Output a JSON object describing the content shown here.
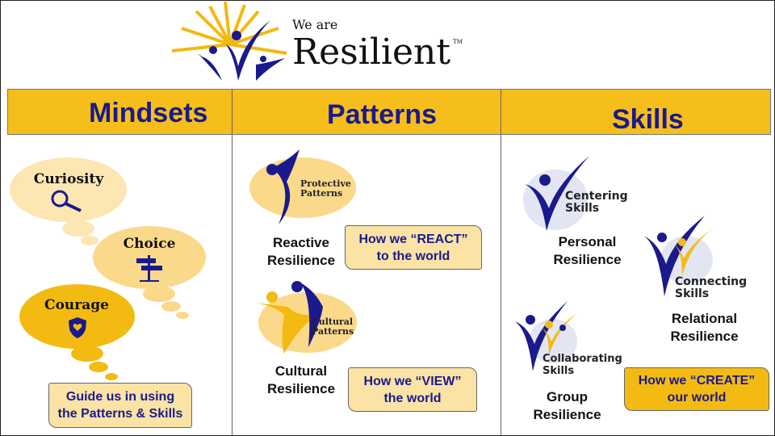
{
  "logo": {
    "small": "We are",
    "big": "Resilient",
    "tm": "TM"
  },
  "headers": {
    "mindsets": "Mindsets",
    "patterns": "Patterns",
    "skills": "Skills"
  },
  "mindsets": {
    "curiosity": "Curiosity",
    "choice": "Choice",
    "courage": "Courage",
    "banner_line1": "Guide us in using",
    "banner_line2": "the Patterns & Skills"
  },
  "patterns": {
    "protective_logo": [
      "Protective",
      "Patterns"
    ],
    "reactive_label": [
      "Reactive",
      "Resilience"
    ],
    "react_banner": [
      "How we “REACT”",
      "to the world"
    ],
    "cultural_logo": [
      "Cultural",
      "Patterns"
    ],
    "cultural_label": [
      "Cultural",
      "Resilience"
    ],
    "view_banner": [
      "How we “VIEW”",
      "the world"
    ]
  },
  "skills": {
    "centering_logo": [
      "Centering",
      "Skills"
    ],
    "personal_label": [
      "Personal",
      "Resilience"
    ],
    "connecting_logo": [
      "Connecting",
      "Skills"
    ],
    "relational_label": [
      "Relational",
      "Resilience"
    ],
    "collaborating_logo": [
      "Collaborating",
      "Skills"
    ],
    "group_label": [
      "Group",
      "Resilience"
    ],
    "create_banner": [
      "How we “CREATE”",
      "our world"
    ]
  },
  "colors": {
    "yellow": "#F6BE1A",
    "navy": "#1a1a8c",
    "pale": "#FBE3A6"
  }
}
